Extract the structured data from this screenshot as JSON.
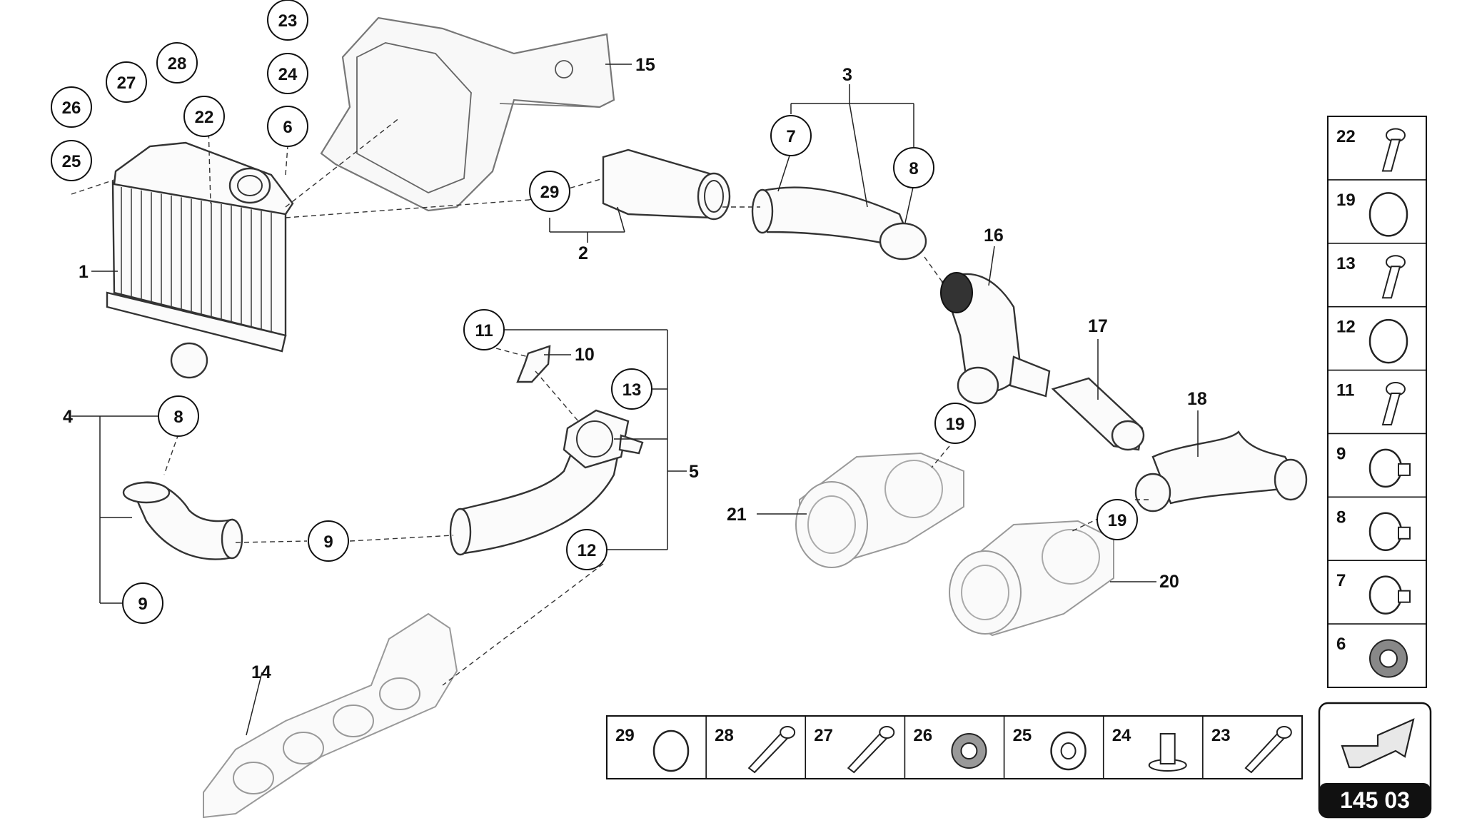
{
  "diagram_id": "145 03",
  "callouts": {
    "c1": "1",
    "c2": "2",
    "c3": "3",
    "c4": "4",
    "c5": "5",
    "c6": "6",
    "c7": "7",
    "c8a": "8",
    "c8b": "8",
    "c9a": "9",
    "c9b": "9",
    "c10": "10",
    "c11": "11",
    "c12": "12",
    "c13": "13",
    "c14": "14",
    "c15": "15",
    "c16": "16",
    "c17": "17",
    "c18": "18",
    "c19a": "19",
    "c19b": "19",
    "c20": "20",
    "c21": "21",
    "c22": "22",
    "c23": "23",
    "c24": "24",
    "c25": "25",
    "c26": "26",
    "c27": "27",
    "c28": "28",
    "c29": "29"
  },
  "side_legend": [
    "22",
    "19",
    "13",
    "12",
    "11",
    "9",
    "8",
    "7",
    "6"
  ],
  "bottom_legend": [
    "29",
    "28",
    "27",
    "26",
    "25",
    "24",
    "23"
  ]
}
